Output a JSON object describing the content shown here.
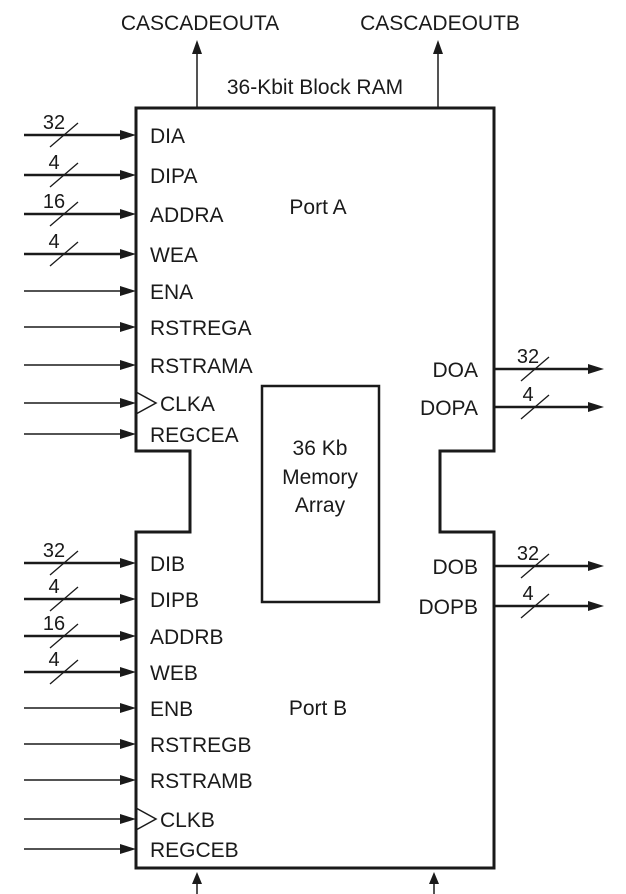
{
  "title": "36-Kbit Block RAM",
  "cascade": [
    "CASCADEOUTA",
    "CASCADEOUTB"
  ],
  "port_a": {
    "label": "Port A",
    "inputs": [
      {
        "name": "DIA",
        "width": "32"
      },
      {
        "name": "DIPA",
        "width": "4"
      },
      {
        "name": "ADDRA",
        "width": "16"
      },
      {
        "name": "WEA",
        "width": "4"
      },
      {
        "name": "ENA",
        "width": ""
      },
      {
        "name": "RSTREGA",
        "width": ""
      },
      {
        "name": "RSTRAMA",
        "width": ""
      },
      {
        "name": "CLKA",
        "width": "",
        "clock": true
      },
      {
        "name": "REGCEA",
        "width": ""
      }
    ],
    "outputs": [
      {
        "name": "DOA",
        "width": "32"
      },
      {
        "name": "DOPA",
        "width": "4"
      }
    ]
  },
  "port_b": {
    "label": "Port B",
    "inputs": [
      {
        "name": "DIB",
        "width": "32"
      },
      {
        "name": "DIPB",
        "width": "4"
      },
      {
        "name": "ADDRB",
        "width": "16"
      },
      {
        "name": "WEB",
        "width": "4"
      },
      {
        "name": "ENB",
        "width": ""
      },
      {
        "name": "RSTREGB",
        "width": ""
      },
      {
        "name": "RSTRAMB",
        "width": ""
      },
      {
        "name": "CLKB",
        "width": "",
        "clock": true
      },
      {
        "name": "REGCEB",
        "width": ""
      }
    ],
    "outputs": [
      {
        "name": "DOB",
        "width": "32"
      },
      {
        "name": "DOPB",
        "width": "4"
      }
    ]
  },
  "memory": [
    "36 Kb",
    "Memory",
    "Array"
  ]
}
